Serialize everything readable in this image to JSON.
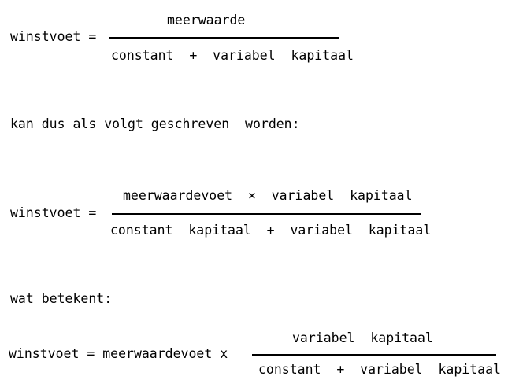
{
  "page": {
    "background_color": "#ffffff",
    "text_color": "#000000",
    "language": "nl"
  },
  "formulas": [
    {
      "lhs": "winstvoet =",
      "numerator": "meerwaarde",
      "denominator": "constant  +  variabel  kapitaal",
      "operator_between": "fraction"
    },
    {
      "lhs": "winstvoet =",
      "numerator": "meerwaardevoet  ×  variabel  kapitaal",
      "denominator": "constant  kapitaal  +  variabel  kapitaal",
      "operator_between": "fraction"
    },
    {
      "lhs": "winstvoet = meerwaardevoet x",
      "numerator": "variabel  kapitaal",
      "denominator": "constant  +  variabel  kapitaal",
      "operator_between": "fraction"
    }
  ],
  "text_lines": [
    "kan dus als volgt geschreven  worden:",
    "wat betekent:"
  ]
}
